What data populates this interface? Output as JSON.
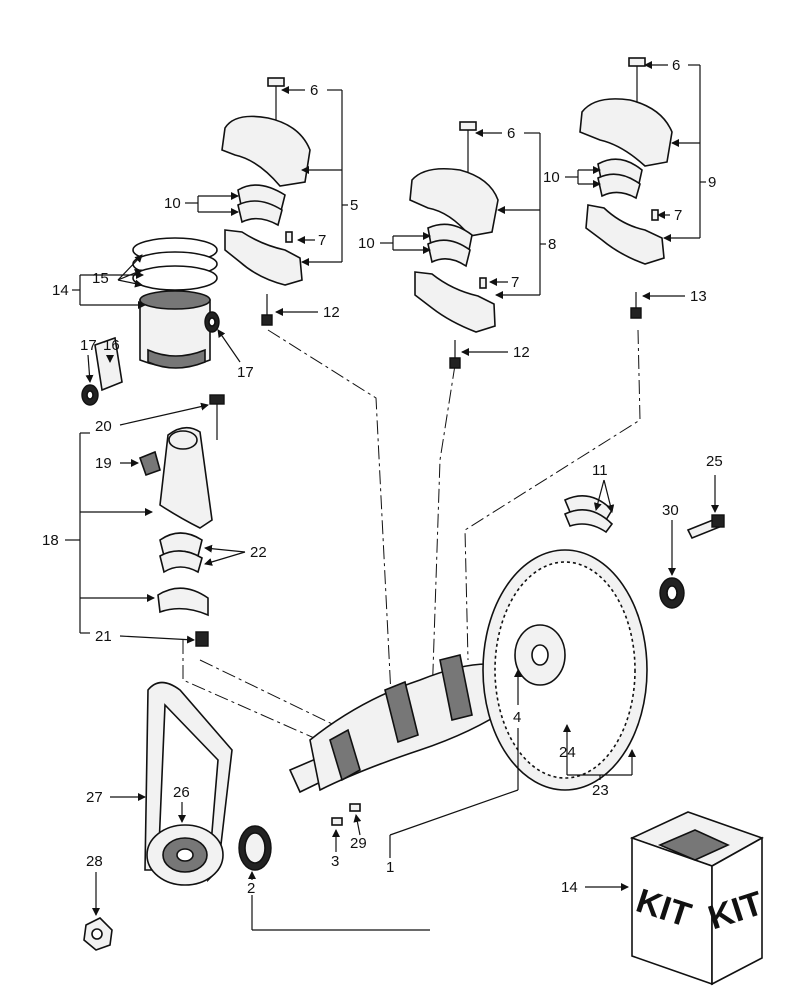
{
  "callouts": {
    "c1": "1",
    "c2": "2",
    "c3": "3",
    "c4": "4",
    "c5": "5",
    "c6a": "6",
    "c6b": "6",
    "c6c": "6",
    "c7a": "7",
    "c7b": "7",
    "c7c": "7",
    "c8": "8",
    "c9": "9",
    "c10a": "10",
    "c10b": "10",
    "c10c": "10",
    "c11": "11",
    "c12a": "12",
    "c12b": "12",
    "c13": "13",
    "c14a": "14",
    "c14b": "14",
    "c15": "15",
    "c16": "16",
    "c17a": "17",
    "c17b": "17",
    "c18": "18",
    "c19": "19",
    "c20": "20",
    "c21": "21",
    "c22": "22",
    "c23": "23",
    "c24": "24",
    "c25": "25",
    "c26": "26",
    "c27": "27",
    "c28": "28",
    "c29": "29",
    "c30": "30"
  },
  "kit_box": {
    "left_text": "KIT",
    "right_text": "KIT"
  }
}
